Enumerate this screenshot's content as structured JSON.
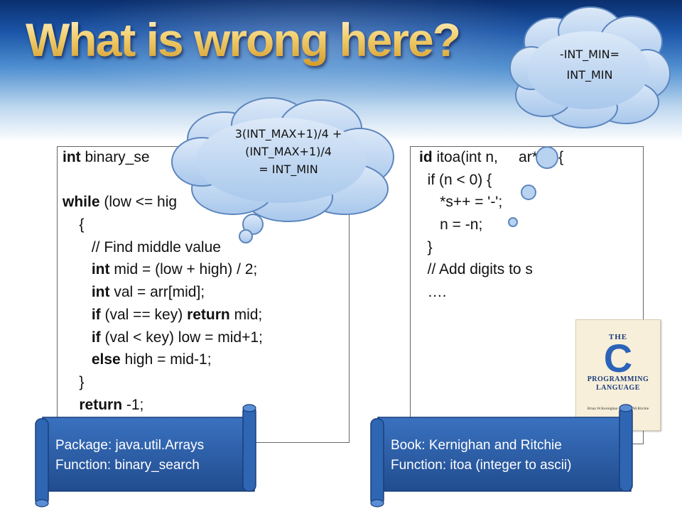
{
  "slide": {
    "title": "What is wrong here?"
  },
  "left_code": [
    {
      "kw": "int",
      "text": " binary_se"
    },
    {
      "kw": "",
      "text": ""
    },
    {
      "kw": "while",
      "text": " (low <= hig"
    },
    {
      "kw": "",
      "text": "    {"
    },
    {
      "kw": "",
      "text": "       // Find middle value"
    },
    {
      "pre": "       ",
      "kw": "int",
      "text": " mid = (low + high) / 2;"
    },
    {
      "pre": "       ",
      "kw": "int",
      "text": " val = arr[mid];"
    },
    {
      "pre": "       ",
      "kw": "if",
      "text": " (val == key) ",
      "kw2": "return",
      "text2": " mid;"
    },
    {
      "pre": "       ",
      "kw": "if",
      "text": " (val < key) low = mid+1;"
    },
    {
      "pre": "       ",
      "kw": "else",
      "text": " high = mid-1;"
    },
    {
      "kw": "",
      "text": "    }"
    },
    {
      "pre": "    ",
      "kw": "return",
      "text": " -1;"
    }
  ],
  "right_code": [
    {
      "kw": "id",
      "text": " itoa(int n,     ar* s) {"
    },
    {
      "kw": "",
      "text": "  if (n < 0) {"
    },
    {
      "kw": "",
      "text": "     *s++ = '-';"
    },
    {
      "kw": "",
      "text": "     n = -n;"
    },
    {
      "kw": "",
      "text": "  }"
    },
    {
      "kw": "",
      "text": "  // Add digits to s"
    },
    {
      "kw": "",
      "text": "  …."
    }
  ],
  "cloud_top_right": {
    "line1": "-INT_MIN=",
    "line2": "INT_MIN"
  },
  "cloud_middle": {
    "line1": "3(INT_MAX+1)/4 +",
    "line2": "(INT_MAX+1)/4",
    "line3": "= INT_MIN"
  },
  "scroll_left": {
    "line1": "Package: java.util.Arrays",
    "line2": "Function: binary_search"
  },
  "scroll_right": {
    "line1": "Book: Kernighan and Ritchie",
    "line2": "Function: itoa (integer to ascii)"
  },
  "book_cover": {
    "the": "THE",
    "c": "C",
    "sub1": "PROGRAMMING",
    "sub2": "LANGUAGE",
    "authors": "Brian W.Kernighan • Dennis M.Ritchie"
  },
  "colors": {
    "scroll_blue": "#2c5fa8",
    "cloud_fill": "#b7d3f0",
    "cloud_edge": "#5d86be",
    "title_gold": "#f2cf6e"
  }
}
